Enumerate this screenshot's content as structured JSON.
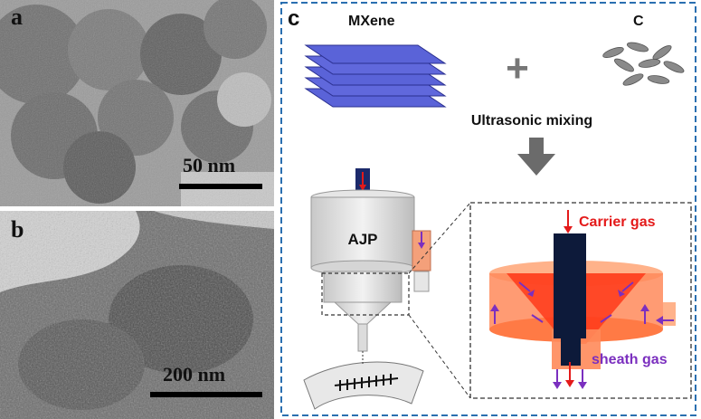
{
  "panel_a": {
    "letter": "a",
    "scale_label": "50 nm"
  },
  "panel_b": {
    "letter": "b",
    "scale_label": "200 nm"
  },
  "panel_c": {
    "letter": "c",
    "mxene_label": "MXene",
    "carbon_label": "C",
    "plus_symbol": "+",
    "mixing_label": "Ultrasonic mixing",
    "device_label": "AJP",
    "carrier_gas_label": "Carrier gas",
    "sheath_gas_label": "sheath gas"
  },
  "colors": {
    "mxene_layer": "#5a63d8",
    "mxene_edge": "#2a2f8f",
    "dash_border": "#2a6fb0",
    "carrier_arrow": "#e41a1a",
    "sheath_arrow": "#7b2fbf",
    "nozzle_body": "#ff6a3a",
    "nozzle_core": "#0d1a3a",
    "arrow_gray": "#6b6b6b"
  }
}
